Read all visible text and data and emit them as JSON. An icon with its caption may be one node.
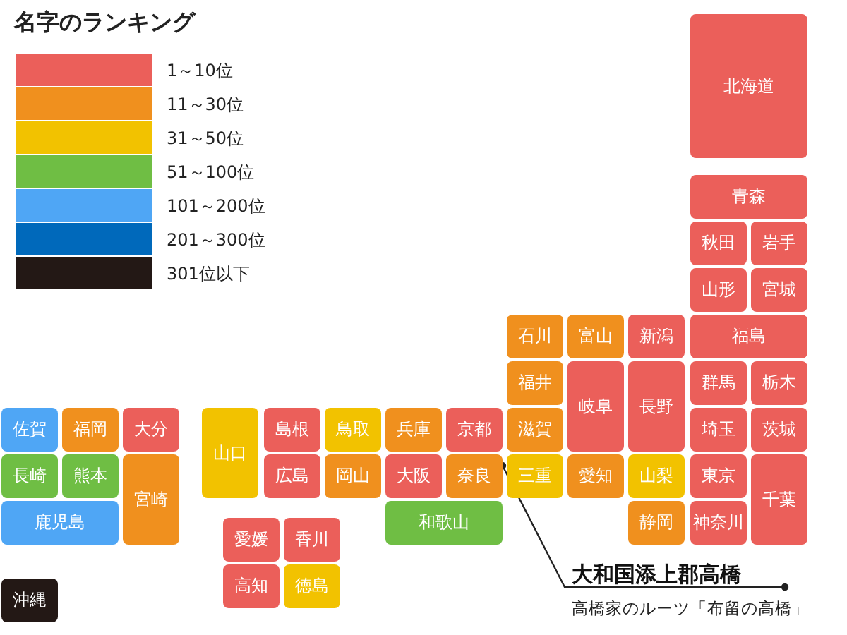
{
  "diagram": {
    "title": "名字のランキング",
    "nodes": [
      {
        "text": [
          "北海道"
        ]
      },
      {
        "text": [
          "青森"
        ]
      },
      {
        "text": [
          "秋田"
        ]
      },
      {
        "text": [
          "岩手"
        ]
      },
      {
        "text": [
          "山形"
        ]
      },
      {
        "text": [
          "宮城"
        ]
      },
      {
        "text": [
          "福島"
        ]
      },
      {
        "text": [
          "群馬"
        ]
      },
      {
        "text": [
          "栃木"
        ]
      },
      {
        "text": [
          "埼玉"
        ]
      },
      {
        "text": [
          "茨城"
        ]
      },
      {
        "text": [
          "東京"
        ]
      },
      {
        "text": [
          "千葉"
        ]
      },
      {
        "text": [
          "神奈川"
        ]
      },
      {
        "text": [
          "石川"
        ]
      },
      {
        "text": [
          "富山"
        ]
      },
      {
        "text": [
          "新潟"
        ]
      },
      {
        "text": [
          "福井"
        ]
      },
      {
        "text": [
          "岐阜"
        ]
      },
      {
        "text": [
          "長野"
        ]
      },
      {
        "text": [
          "滋賀"
        ]
      },
      {
        "text": [
          "三重"
        ]
      },
      {
        "text": [
          "愛知"
        ]
      },
      {
        "text": [
          "山梨"
        ]
      },
      {
        "text": [
          "静岡"
        ]
      },
      {
        "text": [
          "兵庫"
        ]
      },
      {
        "text": [
          "京都"
        ]
      },
      {
        "text": [
          "大阪"
        ]
      },
      {
        "text": [
          "奈良"
        ]
      },
      {
        "text": [
          "和歌山"
        ]
      },
      {
        "text": [
          "山口"
        ]
      },
      {
        "text": [
          "島根"
        ]
      },
      {
        "text": [
          "鳥取"
        ]
      },
      {
        "text": [
          "広島"
        ]
      },
      {
        "text": [
          "岡山"
        ]
      },
      {
        "text": [
          "愛媛"
        ]
      },
      {
        "text": [
          "香川"
        ]
      },
      {
        "text": [
          "高知"
        ]
      },
      {
        "text": [
          "徳島"
        ]
      },
      {
        "text": [
          "佐賀"
        ]
      },
      {
        "text": [
          "福岡"
        ]
      },
      {
        "text": [
          "大分"
        ]
      },
      {
        "text": [
          "長崎"
        ]
      },
      {
        "text": [
          "熊本"
        ]
      },
      {
        "text": [
          "宮崎"
        ]
      },
      {
        "text": [
          "鹿児島"
        ]
      },
      {
        "text": [
          "沖縄"
        ]
      },
      {
        "text": [
          "大和国添上郡高橋"
        ],
        "beside": [
          "高橋家のルーツ「布留の高橋」"
        ]
      }
    ],
    "edges": [
      {
        "from": 47,
        "to": 28,
        "arrow": "other"
      }
    ],
    "legend": [
      {
        "text": "1～10位",
        "color": "#eb5f5a"
      },
      {
        "text": "11～30位",
        "color": "#f0901e"
      },
      {
        "text": "31～50位",
        "color": "#f2c200"
      },
      {
        "text": "51～100位",
        "color": "#6fbe44"
      },
      {
        "text": "101～200位",
        "color": "#4fa6f5"
      },
      {
        "text": "201～300位",
        "color": "#0069bb"
      },
      {
        "text": "301位以下",
        "color": "#231815"
      }
    ]
  }
}
